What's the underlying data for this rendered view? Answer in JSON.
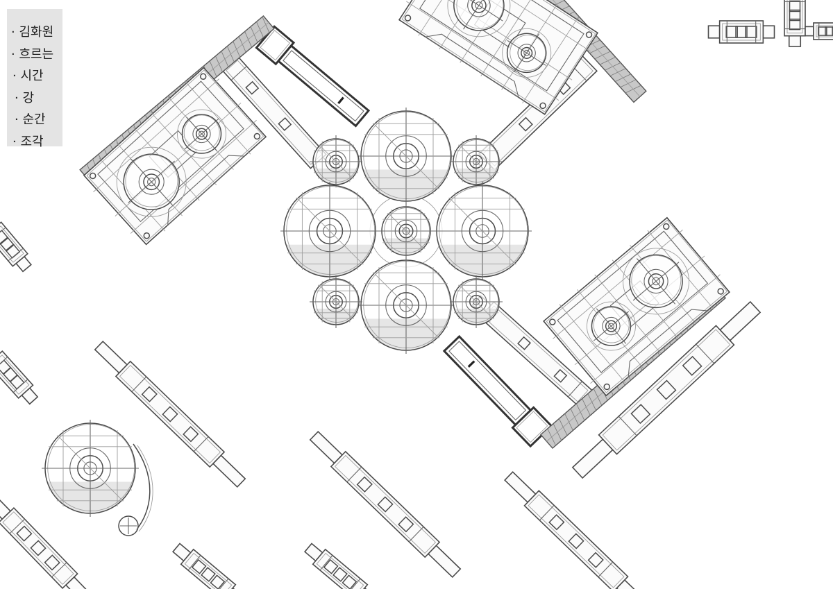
{
  "palette": {
    "paper": "#ffffff",
    "pencil": "#4a4a4a",
    "panel": "#e4e4e4",
    "ink": "#1e1e1e"
  },
  "notes": {
    "items": [
      "· 김화원",
      "· 흐르는",
      "· 시간",
      "· 강",
      "· 순간",
      "· 조각"
    ]
  }
}
